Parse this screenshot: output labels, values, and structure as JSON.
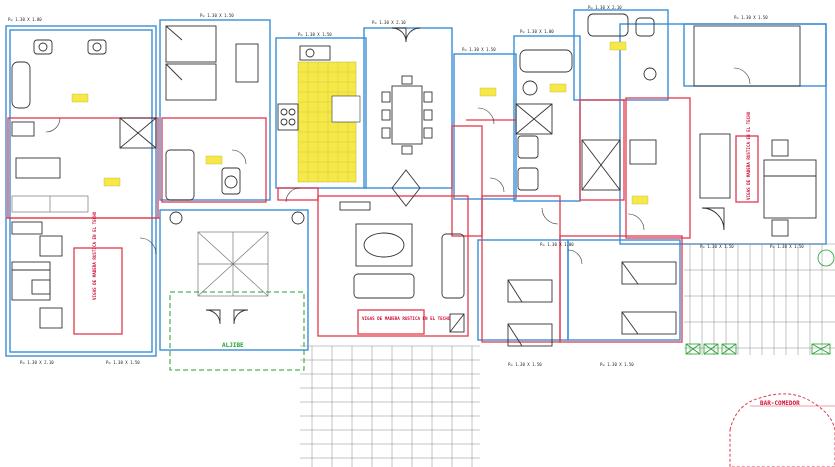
{
  "dimension_labels": [
    "P= 1.30 X 1.80",
    "P= 1.30 X 1.50",
    "P= 1.30 X 1.50",
    "P= 1.30 X 2.10",
    "P= 1.30 X 1.50",
    "P= 1.30 X 1.00",
    "P= 1.30 X 2.10",
    "P= 1.30 X 1.50",
    "P= 1.30 X 1.50",
    "P= 1.30 X 1.50",
    "P= 1.30 X 2.10",
    "P= 1.30 X 1.50",
    "P= 1.30 X 1.50",
    "P= 1.30 X 1.50",
    "P= 1.30 X 1.00"
  ],
  "beam_notes": [
    "VIGAS DE MADERA RUSTICA EN EL TECHO",
    "VIGAS DE MADERA RUSTICA EN EL TECHO",
    "VIGAS DE MADERA RUSTICA EN EL TECHO"
  ],
  "room_tags": [
    "",
    "",
    "",
    "",
    "",
    "",
    ""
  ],
  "cistern_label": "ALJIBE",
  "bar_label": "BAR-COMEDOR",
  "colors": {
    "exterior_wall": "#3b8fd6",
    "interior_wall": "#e23a4e",
    "tile": "#f5e94a",
    "label_tag": "#f5e94a",
    "note_text": "#d0103a",
    "cistern": "#1fa12c",
    "furniture": "#333333"
  }
}
